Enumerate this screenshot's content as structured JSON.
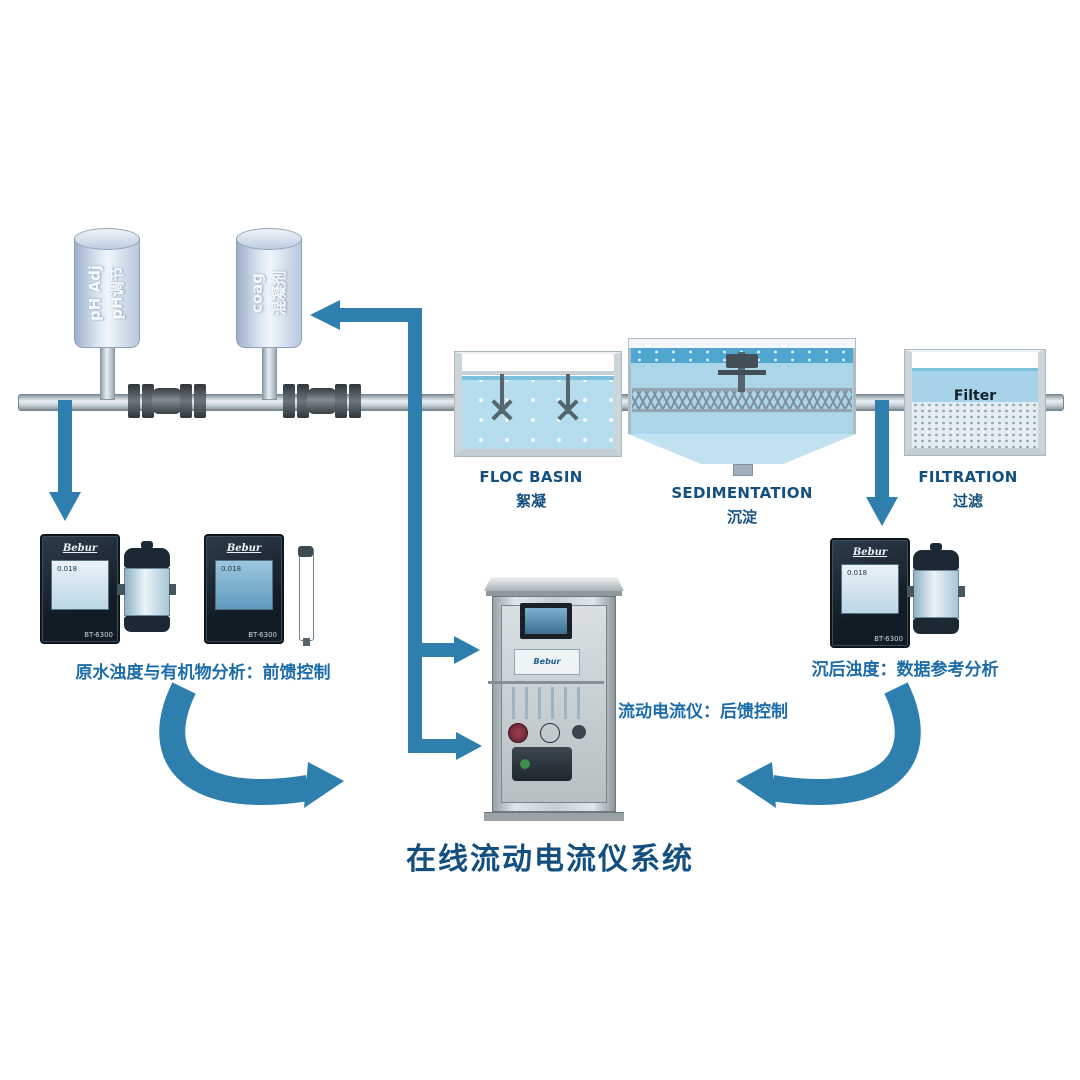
{
  "title": "在线流动电流仪系统",
  "tanks": {
    "ph": {
      "label_en": "pH Adj",
      "label_zh": "pH调节"
    },
    "coag": {
      "label_en": "coag",
      "label_zh": "混凝剂"
    }
  },
  "stages": {
    "floc": {
      "label_en": "FLOC BASIN",
      "label_zh": "絮凝"
    },
    "sedimentation": {
      "label_en": "SEDIMENTATION",
      "label_zh": "沉淀"
    },
    "filtration": {
      "label_en": "FILTRATION",
      "label_zh": "过滤",
      "media_label": "Filter"
    }
  },
  "captions": {
    "left": "原水浊度与有机物分析：前馈控制",
    "center": "流动电流仪：后馈控制",
    "right": "沉后浊度：数据参考分析"
  },
  "device": {
    "brand": "Bebur",
    "model": "BT-6300",
    "screen_value": "0.018"
  },
  "colors": {
    "arrow": "#2E7FAD",
    "stage_label": "#14507F",
    "caption": "#1B6CA8",
    "water": "#ABD6EA"
  }
}
